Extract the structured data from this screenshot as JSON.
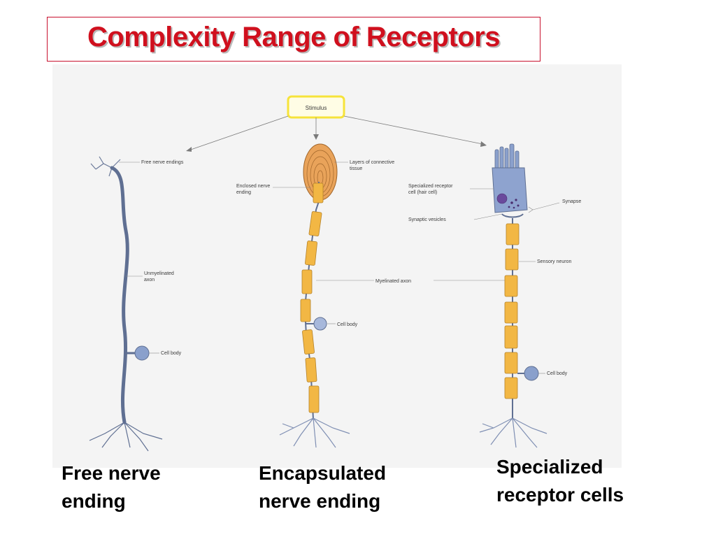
{
  "title": "Complexity Range of Receptors",
  "diagram": {
    "stimulus": "Stimulus",
    "labels": {
      "free_nerve_endings": "Free nerve endings",
      "unmyelinated_axon_1": "Unmyelinated",
      "unmyelinated_axon_2": "axon",
      "cell_body_1": "Cell body",
      "layers_1": "Layers of connective",
      "layers_2": "tissue",
      "enclosed_1": "Enclosed nerve",
      "enclosed_2": "ending",
      "myelinated_axon": "Myelinated axon",
      "cell_body_2": "Cell body",
      "specialized_1": "Specialized receptor",
      "specialized_2": "cell (hair cell)",
      "synapse": "Synapse",
      "synaptic_vesicles": "Synaptic vesicles",
      "sensory_neuron": "Sensory neuron",
      "cell_body_3": "Cell body"
    }
  },
  "captions": {
    "free_1": "Free nerve",
    "free_2": "ending",
    "enc_1": "Encapsulated",
    "enc_2": "nerve ending",
    "spec_1": "Specialized",
    "spec_2": "receptor cells"
  },
  "colors": {
    "title": "#d0101e",
    "myelin": "#f2b744",
    "axon": "#5f6f92",
    "cell": "#8aa0cc"
  }
}
